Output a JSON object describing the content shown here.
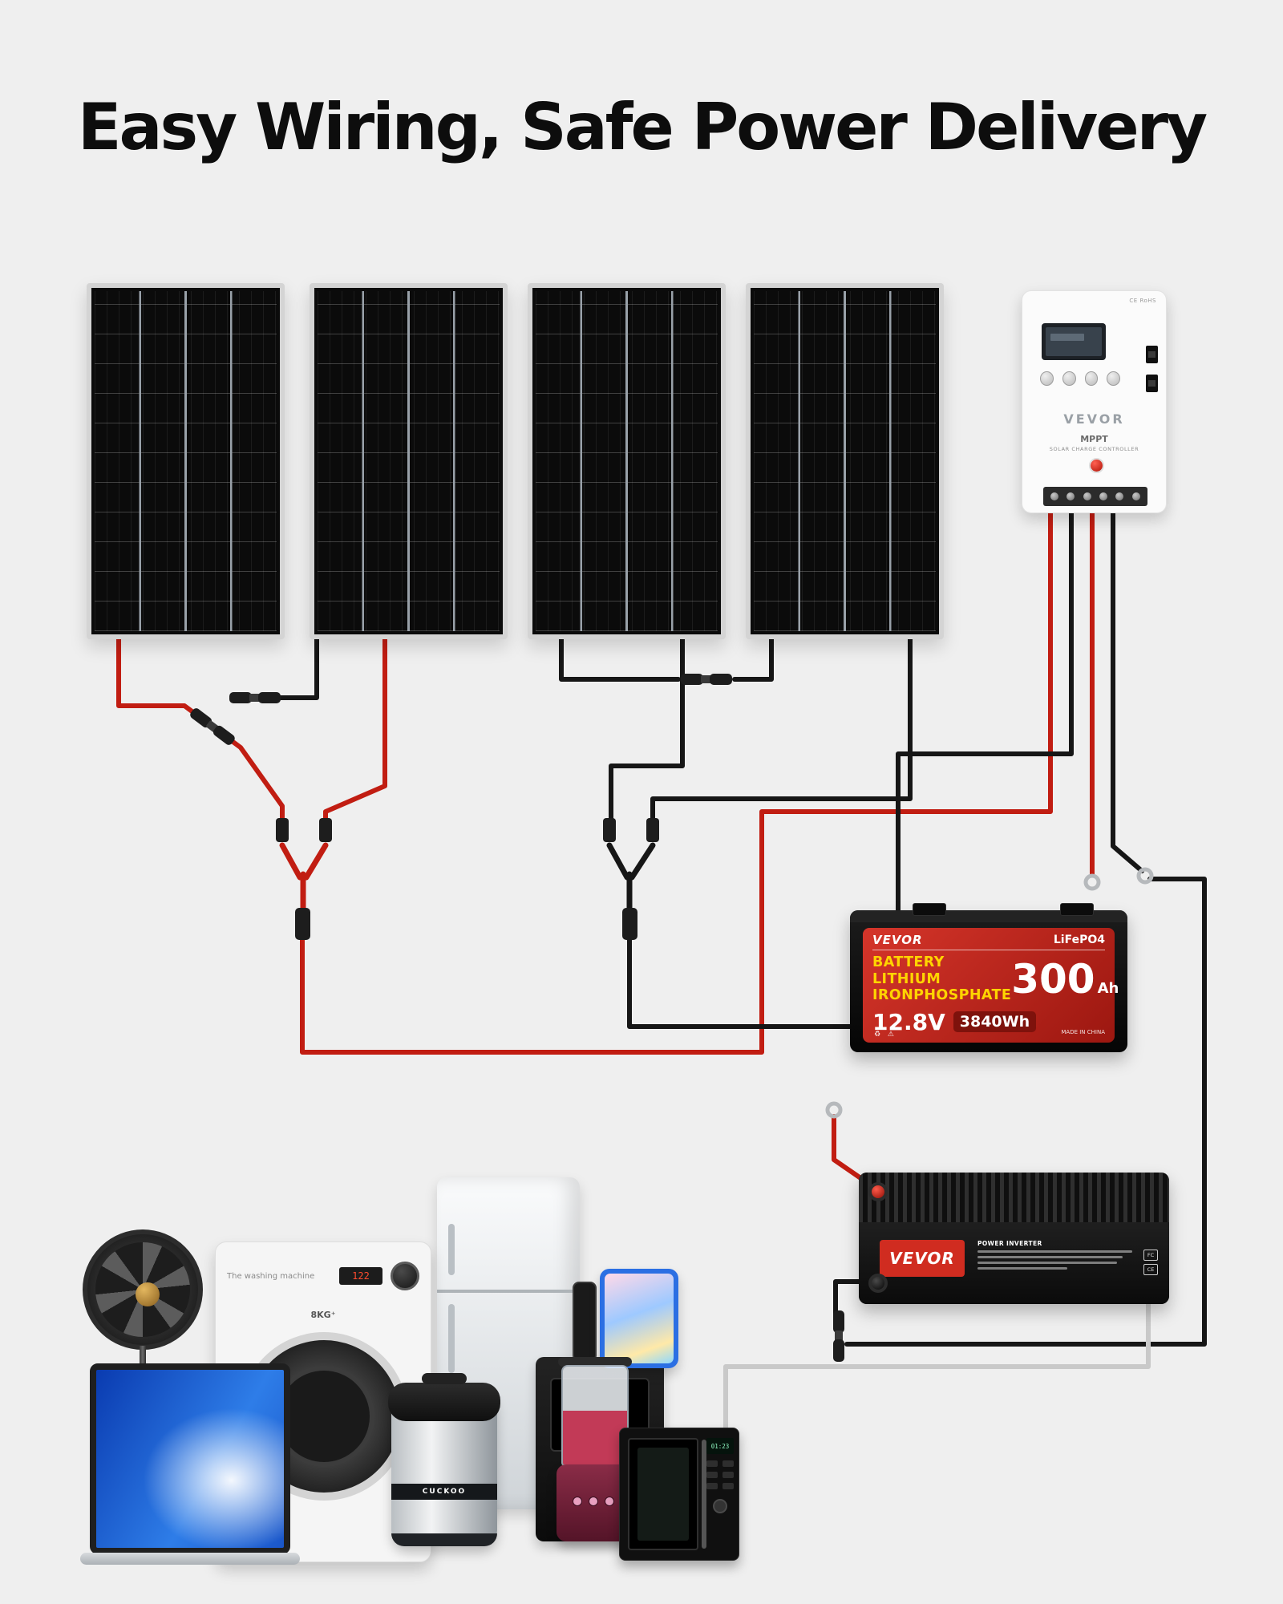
{
  "page": {
    "title": "Easy Wiring, Safe Power Delivery"
  },
  "colors": {
    "background": "#efefef",
    "wire_red": "#c11d12",
    "wire_black": "#161616",
    "wire_gray": "#c9c9c9",
    "brand_red": "#d02c20",
    "battery_yellow": "#ffd400"
  },
  "solar": {
    "panel_count": 4
  },
  "controller": {
    "brand": "VEVOR",
    "type": "MPPT",
    "subtitle": "SOLAR CHARGE CONTROLLER",
    "cert": "CE RoHS"
  },
  "battery": {
    "brand": "VEVOR",
    "chemistry": "LiFePO4",
    "name_line1": "BATTERY LITHIUM",
    "name_line2": "IRONPHOSPHATE",
    "capacity": "300",
    "capacity_unit": "Ah",
    "voltage": "12.8V",
    "energy": "3840Wh",
    "origin": "MADE IN CHINA",
    "icons": "♻ ⚠"
  },
  "inverter": {
    "brand": "VEVOR",
    "label": "POWER INVERTER",
    "cert1": "FC",
    "cert2": "CE"
  },
  "appliances": {
    "washer": {
      "brand_text": "The washing machine",
      "display": "122",
      "capacity": "8KG⁺"
    },
    "cooker": {
      "brand": "CUCKOO"
    },
    "microwave": {
      "display": "01:23"
    }
  }
}
